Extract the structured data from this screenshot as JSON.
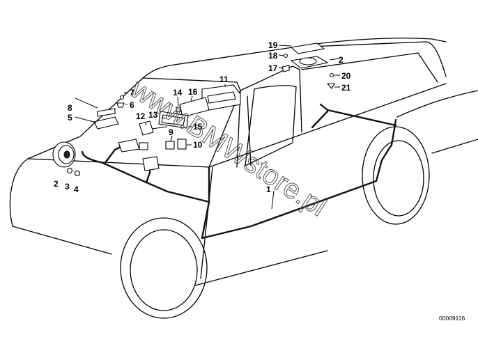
{
  "callouts": {
    "c1": "1",
    "c2a": "2",
    "c2b": "2",
    "c3": "3",
    "c4": "4",
    "c5": "5",
    "c6": "6",
    "c7": "7",
    "c8": "8",
    "c9": "9",
    "c10": "10",
    "c11": "11",
    "c12": "12",
    "c13": "13",
    "c14": "14",
    "c15": "15",
    "c16": "16",
    "c17": "17",
    "c18": "18",
    "c19": "19",
    "c20": "20",
    "c21": "21"
  },
  "watermark": "www.BMWstore.pl",
  "reference_number": "00009116"
}
